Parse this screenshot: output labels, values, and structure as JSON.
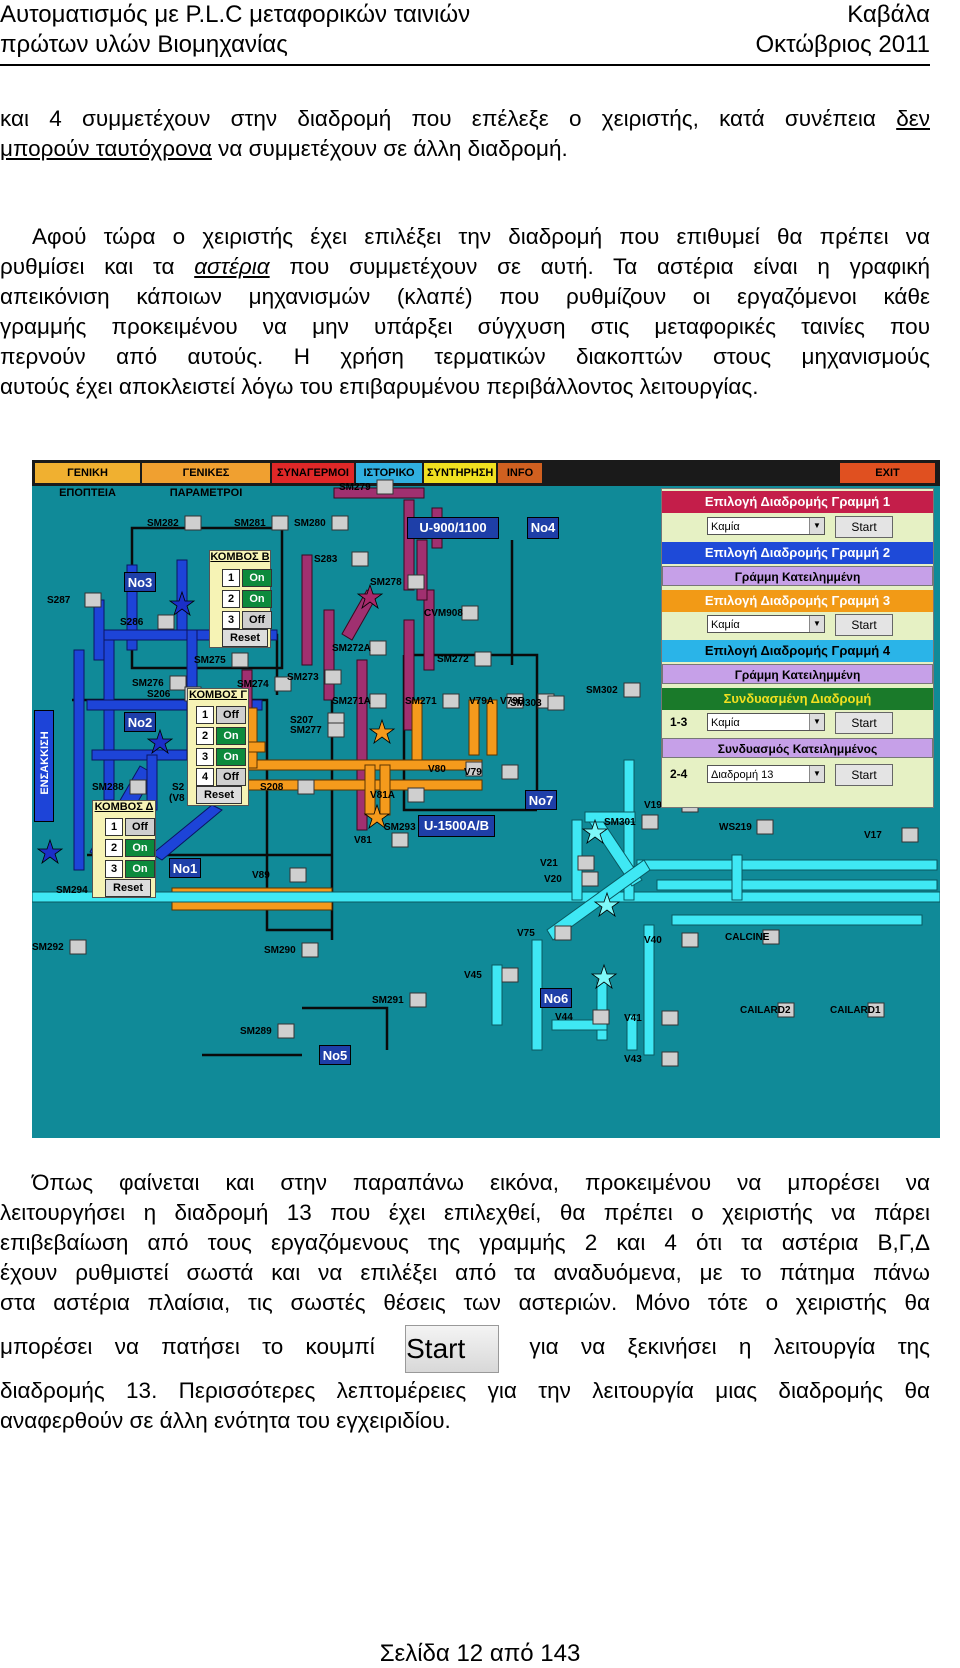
{
  "header": {
    "left_line1": "Αυτοματισμός με P.L.C μεταφορικών ταινιών",
    "left_line2": "πρώτων υλών Βιομηχανίας",
    "right_line1": "Καβάλα",
    "right_line2": "Οκτώβριος 2011"
  },
  "para1": {
    "l1": "και 4 συμμετέχουν στην διαδρομή που επέλεξε ο χειριστής, κατά συνέπεια ",
    "l1_u": "δεν",
    "l2_u": "μπορούν ταυτόχρονα",
    "l2": " να συμμετέχουν σε άλλη διαδρομή."
  },
  "para2": {
    "l1": "Αφού τώρα ο χειριστής έχει επιλέξει την διαδρομή που επιθυμεί θα πρέπει να",
    "l2a": "ρυθμίσει και τα ",
    "l2_em": "αστέρια",
    "l2b": " που συμμετέχουν σε αυτή. Τα αστέρια είναι η γραφική",
    "l3": "απεικόνιση κάποιων μηχανισμών (κλαπέ) που ρυθμίζουν οι εργαζόμενοι κάθε",
    "l4": "γραμμής προκειμένου να μην υπάρξει σύγχυση στις μεταφορικές ταινίες που",
    "l5": "περνούν από αυτούς. Η χρήση τερματικών διακοπτών στους μηχανισμούς",
    "l6": "αυτούς έχει αποκλειστεί λόγω του επιβαρυμένου περιβάλλοντος λειτουργίας."
  },
  "scada": {
    "tabs": [
      "ΓΕΝΙΚΗ ΕΠΟΠΤΕΙΑ",
      "ΓΕΝΙΚΕΣ ΠΑΡΑΜΕΤΡΟΙ",
      "ΣΥΝΑΓΕΡΜΟΙ",
      "ΙΣΤΟΡΙΚΟ",
      "ΣΥΝΤΗΡΗΣΗ",
      "INFO",
      "EXIT"
    ],
    "tab_colors": [
      "#f0b030",
      "#f0a030",
      "#e02828",
      "#30b0e0",
      "#f0e020",
      "#d06020",
      "#e05020"
    ],
    "panel": {
      "line1": "Επιλογή Διαδρομής Γραμμή 1",
      "line2": "Επιλογή Διαδρομής Γραμμή 2",
      "line2_busy": "Γράμμη Κατειλημμένη",
      "line3": "Επιλογή Διαδρομής Γραμμή 3",
      "line4": "Επιλογή Διαδρομής Γραμμή 4",
      "line4_busy": "Γράμμη Κατειλημμένη",
      "combined": "Συνδυασμένη Διαδρομή",
      "combined_busy": "Συνδυασμός Κατειλημμένος",
      "none": "Καμία",
      "route13": "Διαδρομή 13",
      "start": "Start",
      "lbl13": "1-3",
      "lbl24": "2-4"
    },
    "nodes": {
      "b": {
        "title": "ΚΟΜΒΟΣ Β",
        "rows": [
          [
            "1",
            "On"
          ],
          [
            "2",
            "On"
          ],
          [
            "3",
            "Off"
          ]
        ],
        "reset": "Reset"
      },
      "g": {
        "title": "ΚΟΜΒΟΣ Γ",
        "rows": [
          [
            "1",
            "Off"
          ],
          [
            "2",
            "On"
          ],
          [
            "3",
            "On"
          ],
          [
            "4",
            "Off"
          ]
        ],
        "reset": "Reset"
      },
      "d": {
        "title": "ΚΟΜΒΟΣ Δ",
        "rows": [
          [
            "1",
            "Off"
          ],
          [
            "2",
            "On"
          ],
          [
            "3",
            "On"
          ]
        ],
        "reset": "Reset"
      }
    },
    "boxes": {
      "u900": "U-900/1100",
      "no4": "No4",
      "no3": "No3",
      "no2": "No2",
      "no1": "No1",
      "no5": "No5",
      "no6": "No6",
      "no7": "No7",
      "u1500": "U-1500A/B"
    },
    "ensakkisi": "ΕΝΣΑΚΚΙΣΗ",
    "labels": [
      [
        "SM279",
        307,
        22
      ],
      [
        "SM282",
        115,
        58
      ],
      [
        "SM281",
        202,
        58
      ],
      [
        "SM280",
        262,
        58
      ],
      [
        "S283",
        282,
        94
      ],
      [
        "SM278",
        338,
        117
      ],
      [
        "CVM908",
        392,
        148
      ],
      [
        "S287",
        15,
        135
      ],
      [
        "S286",
        88,
        157
      ],
      [
        "SM275",
        162,
        195
      ],
      [
        "SM272A",
        300,
        183
      ],
      [
        "SM272",
        405,
        194
      ],
      [
        "SM276",
        100,
        218
      ],
      [
        "S206",
        115,
        229
      ],
      [
        "SM274",
        205,
        219
      ],
      [
        "SM273",
        255,
        212
      ],
      [
        "SM271A",
        300,
        236
      ],
      [
        "SM271",
        373,
        236
      ],
      [
        "V79A",
        437,
        236
      ],
      [
        "V79B",
        468,
        236
      ],
      [
        "SM303",
        478,
        238
      ],
      [
        "SM302",
        554,
        225
      ],
      [
        "S207",
        258,
        255
      ],
      [
        "SM277",
        258,
        265
      ],
      [
        "SM288",
        60,
        322
      ],
      [
        "S2",
        140,
        322
      ],
      [
        "(V8",
        137,
        333
      ],
      [
        "S208",
        228,
        322
      ],
      [
        "V81A",
        338,
        330
      ],
      [
        "V80",
        396,
        304
      ],
      [
        "V79",
        432,
        307
      ],
      [
        "V81",
        322,
        375
      ],
      [
        "SM293",
        352,
        362
      ],
      [
        "V19",
        612,
        340
      ],
      [
        "SM301",
        572,
        357
      ],
      [
        "WS219",
        687,
        362
      ],
      [
        "V17",
        832,
        370
      ],
      [
        "V21",
        508,
        398
      ],
      [
        "V20",
        512,
        414
      ],
      [
        "SM294",
        24,
        425
      ],
      [
        "V89",
        220,
        410
      ],
      [
        "SM292",
        0,
        482
      ],
      [
        "SM290",
        232,
        485
      ],
      [
        "V75",
        485,
        468
      ],
      [
        "V40",
        612,
        475
      ],
      [
        "CALCINE",
        693,
        472
      ],
      [
        "V45",
        432,
        510
      ],
      [
        "SM291",
        340,
        535
      ],
      [
        "V44",
        523,
        552
      ],
      [
        "V41",
        592,
        553
      ],
      [
        "CAILARD2",
        708,
        545
      ],
      [
        "CAILARD1",
        798,
        545
      ],
      [
        "SM289",
        208,
        566
      ],
      [
        "V43",
        592,
        594
      ]
    ],
    "legend_dummy": ""
  },
  "para3": {
    "l1": "Όπως φαίνεται και στην παραπάνω εικόνα, προκειμένου να μπορέσει να",
    "l2": "λειτουργήσει η διαδρομή 13 που έχει επιλεχθεί, θα πρέπει ο χειριστής να πάρει",
    "l3": "επιβεβαίωση από τους εργαζόμενους της γραμμής 2 και 4 ότι τα αστέρια Β,Γ,Δ",
    "l4": "έχουν ρυθμιστεί σωστά και να επιλέξει από τα αναδυόμενα, με το πάτημα πάνω",
    "l5": "στα αστέρια πλαίσια, τις σωστές θέσεις των αστεριών. Μόνο τότε ο χειριστής θα",
    "l6a": "μπορέσει να πατήσει το κουμπί",
    "l6_btn": "Start",
    "l6b": "για να ξεκινήσει η λειτουργία της",
    "l7": "διαδρομής 13. Περισσότερες λεπτομέρειες για την λειτουργία μιας διαδρομής θα",
    "l8": "αναφερθούν σε άλλη ενότητα του εγχειριδίου."
  },
  "footer": "Σελίδα 12 από 143"
}
